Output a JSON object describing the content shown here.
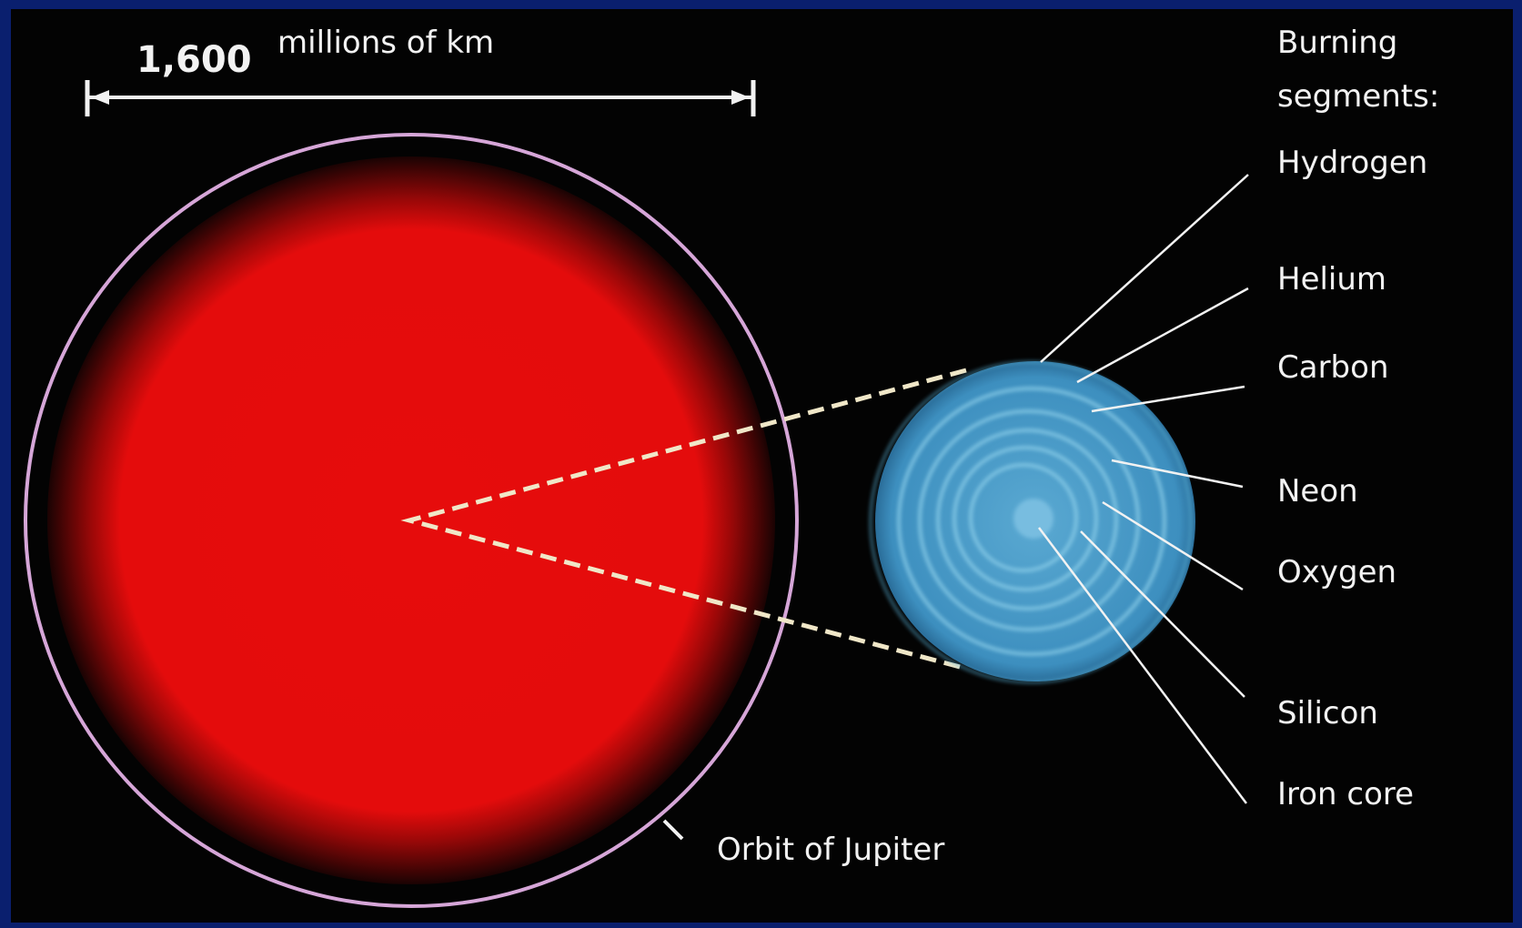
{
  "scale": {
    "value": "1,600",
    "unit": "millions of km"
  },
  "orbit_label": "Orbit of Jupiter",
  "legend_heading": [
    "Burning",
    "segments:"
  ],
  "layers": [
    {
      "label": "Hydrogen",
      "color": "#f2f2f2"
    },
    {
      "label": "Helium",
      "color": "#f2f2f2"
    },
    {
      "label": "Carbon",
      "color": "#f2f2f2"
    },
    {
      "label": "Neon",
      "color": "#f2f2f2"
    },
    {
      "label": "Oxygen",
      "color": "#f2f2f2"
    },
    {
      "label": "Silicon",
      "color": "#f2f2f2"
    },
    {
      "label": "Iron core",
      "color": "#e8e84a"
    }
  ],
  "colors": {
    "frame": "#0a1f6e",
    "background": "#030303",
    "giant": "#e60c0c",
    "orbit": "#d6a6d8",
    "core": "#4c9ecb",
    "iron_label": "#e8e84a"
  }
}
